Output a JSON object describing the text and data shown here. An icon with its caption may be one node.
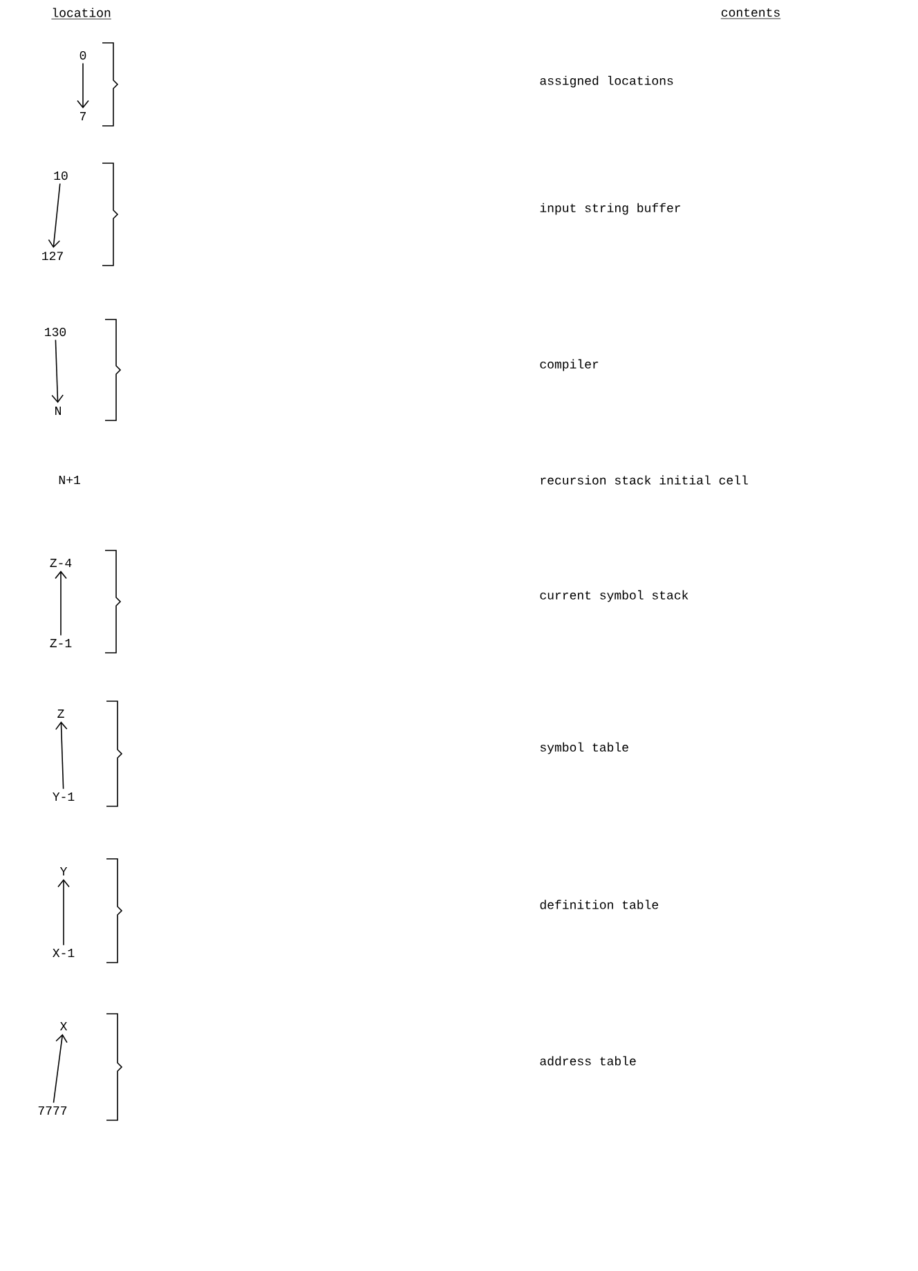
{
  "diagram": {
    "nodes": [
      {
        "text": [
          "0"
        ]
      },
      {
        "text": [
          "7"
        ]
      },
      {
        "text": [
          "10"
        ]
      },
      {
        "text": [
          "127"
        ]
      },
      {
        "text": [
          "130"
        ]
      },
      {
        "text": [
          "N"
        ]
      },
      {
        "text": [
          "Z-4"
        ]
      },
      {
        "text": [
          "Z-1"
        ]
      },
      {
        "text": [
          "Z"
        ]
      },
      {
        "text": [
          "Y-1"
        ]
      },
      {
        "text": [
          "Y"
        ]
      },
      {
        "text": [
          "X-1"
        ]
      },
      {
        "text": [
          "X"
        ]
      },
      {
        "text": [
          "7777"
        ]
      }
    ],
    "edges": [
      {
        "from": 0,
        "to": 1,
        "arrow": "to"
      },
      {
        "from": 2,
        "to": 3,
        "arrow": "to"
      },
      {
        "from": 4,
        "to": 5,
        "arrow": "to"
      },
      {
        "from": 7,
        "to": 6,
        "arrow": "to"
      },
      {
        "from": 9,
        "to": 8,
        "arrow": "to"
      },
      {
        "from": 11,
        "to": 10,
        "arrow": "to"
      },
      {
        "from": 13,
        "to": 12,
        "arrow": "to"
      }
    ],
    "labels": [
      "location",
      "contents",
      "assigned locations",
      "input string buffer",
      "compiler",
      "N+1",
      "recursion stack initial cell",
      "current symbol stack",
      "symbol table",
      "definition table",
      "address table"
    ]
  }
}
